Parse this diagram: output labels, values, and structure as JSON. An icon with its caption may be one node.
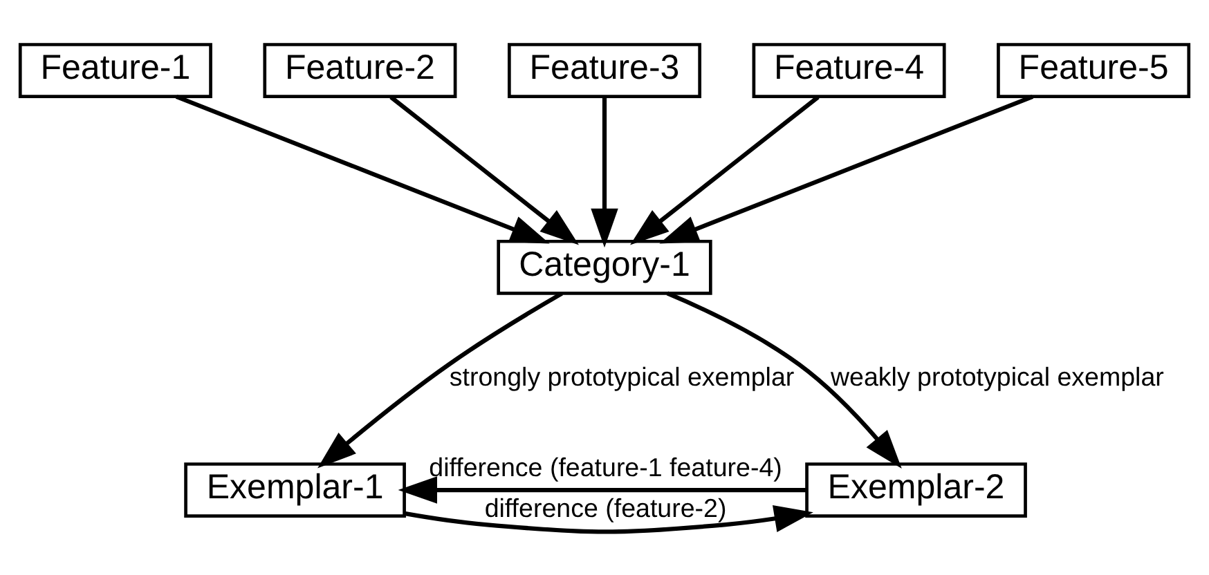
{
  "diagram": {
    "nodes": [
      {
        "text": [
          "Feature-1"
        ]
      },
      {
        "text": [
          "Feature-2"
        ]
      },
      {
        "text": [
          "Feature-3"
        ]
      },
      {
        "text": [
          "Feature-4"
        ]
      },
      {
        "text": [
          "Feature-5"
        ]
      },
      {
        "text": [
          "Category-1"
        ]
      },
      {
        "text": [
          "Exemplar-1"
        ]
      },
      {
        "text": [
          "Exemplar-2"
        ]
      }
    ],
    "edges": [
      {
        "from": 0,
        "to": 5,
        "arrow": "to"
      },
      {
        "from": 1,
        "to": 5,
        "arrow": "to"
      },
      {
        "from": 2,
        "to": 5,
        "arrow": "to"
      },
      {
        "from": 3,
        "to": 5,
        "arrow": "to"
      },
      {
        "from": 4,
        "to": 5,
        "arrow": "to"
      },
      {
        "from": 5,
        "to": 6,
        "arrow": "to",
        "label": "strongly prototypical exemplar"
      },
      {
        "from": 5,
        "to": 7,
        "arrow": "to",
        "label": "weakly prototypical exemplar"
      },
      {
        "from": 7,
        "to": 6,
        "arrow": "to",
        "label": "difference (feature-1 feature-4)"
      },
      {
        "from": 6,
        "to": 7,
        "arrow": "to",
        "label": "difference (feature-2)"
      }
    ]
  }
}
